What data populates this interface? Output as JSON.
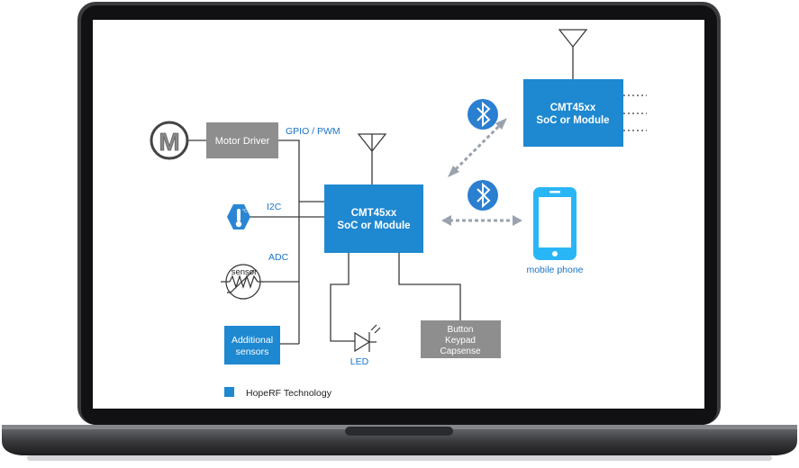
{
  "colors": {
    "hope_blue": "#1e88d0",
    "gray_block": "#8e8e8e",
    "link_blue": "#1a73c8",
    "bluetooth_bg": "#2a7fd0",
    "laptop_body": "#2c2d30"
  },
  "diagram": {
    "main_soc": {
      "line1": "CMT45xx",
      "line2": "SoC or Module"
    },
    "remote_soc": {
      "line1": "CMT45xx",
      "line2": "SoC or Module"
    },
    "motor_icon_letter": "M",
    "motor_driver": "Motor Driver",
    "gpio_label": "GPIO / PWM",
    "i2c_label": "I2C",
    "adc_label": "ADC",
    "sensor_label": "sensor",
    "additional_sensors": {
      "line1": "Additional",
      "line2": "sensors"
    },
    "led_label": "LED",
    "button_block": {
      "line1": "Button",
      "line2": "Keypad",
      "line3": "Capsense"
    },
    "mobile_label": "mobile phone",
    "legend_label": "HopeRF Technology",
    "icons": [
      "motor-icon",
      "thermometer-icon",
      "thermistor-icon",
      "led-icon",
      "antenna-icon",
      "bluetooth-icon",
      "smartphone-icon"
    ]
  }
}
